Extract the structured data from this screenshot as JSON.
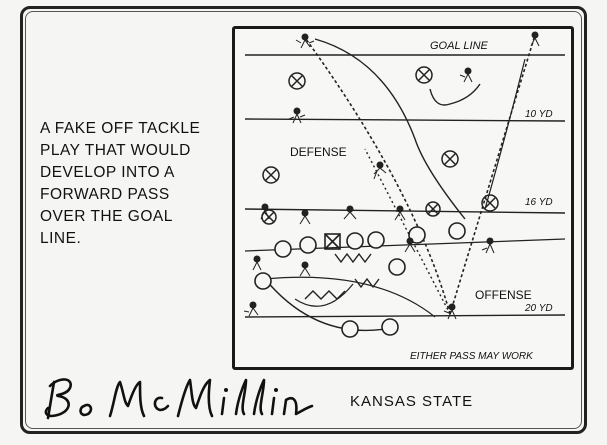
{
  "caption": {
    "lines": [
      "A FAKE OFF TACKLE",
      "PLAY THAT WOULD",
      "DEVELOP INTO A",
      "FORWARD PASS",
      "OVER THE GOAL",
      "LINE."
    ]
  },
  "diagram": {
    "goal_line_label": "GOAL LINE",
    "yard10_label": "10 YD",
    "yard16_label": "16 YD",
    "yard20_label": "20 YD",
    "defense_label": "DEFENSE",
    "offense_label": "OFFENSE",
    "note_label": "EITHER PASS MAY WORK"
  },
  "signature": {
    "name": "Bo McMillin",
    "school": "KANSAS STATE"
  }
}
